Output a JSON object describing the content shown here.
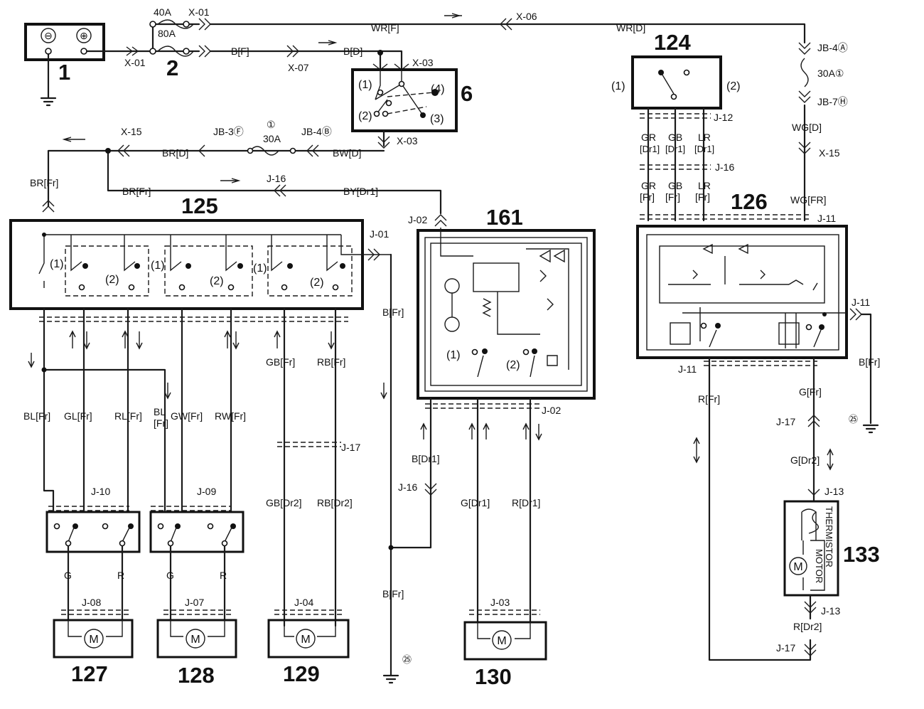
{
  "components": {
    "c1": "1",
    "c2": "2",
    "c6": "6",
    "c124": "124",
    "c125": "125",
    "c126": "126",
    "c161": "161",
    "c127": "127",
    "c128": "128",
    "c129": "129",
    "c130": "130",
    "c133": "133"
  },
  "battery": {
    "minus": "⊖",
    "plus": "⊕"
  },
  "fuses": {
    "f40": "40A",
    "f80": "80A",
    "f30a": "30A",
    "f30a_mark": "①",
    "f30b": "30A①"
  },
  "connectors": {
    "x01a": "X-01",
    "x01b": "X-01",
    "x07": "X-07",
    "x06": "X-06",
    "x03a": "X-03",
    "x03b": "X-03",
    "x15a": "X-15",
    "x15b": "X-15",
    "jb3": "JB-3Ⓕ",
    "jb4b": "JB-4Ⓑ",
    "jb4a": "JB-4Ⓐ",
    "jb7": "JB-7Ⓗ",
    "j16a": "J-16",
    "j16b": "J-16",
    "j16c": "J-16",
    "j12": "J-12",
    "j01": "J-01",
    "j02a": "J-02",
    "j02b": "J-02",
    "j11a": "J-11",
    "j11b": "J-11",
    "j11c": "J-11",
    "j17a": "J-17",
    "j17b": "J-17",
    "j17c": "J-17",
    "j10": "J-10",
    "j09": "J-09",
    "j08": "J-08",
    "j07": "J-07",
    "j04": "J-04",
    "j03": "J-03",
    "j13a": "J-13",
    "j13b": "J-13"
  },
  "wires": {
    "wr_f": "WR[F]",
    "wr_d": "WR[D]",
    "b_f": "B[F]",
    "b_d": "B[D]",
    "br_d": "BR[D]",
    "bw_d": "BW[D]",
    "br_fr_left": "BR[Fr]",
    "br_fr": "BR[Fr]",
    "by_dr1": "BY[Dr1]",
    "wg_d": "WG[D]",
    "wg_fr": "WG[FR]",
    "gr_dr1": [
      "GR",
      "[Dr1]"
    ],
    "gb_dr1": [
      "GB",
      "[Dr1]"
    ],
    "lr_dr1": [
      "LR",
      "[Dr1]"
    ],
    "gr_fr": [
      "GR",
      "[Fr]"
    ],
    "gb_fr": [
      "GB",
      "[Fr]"
    ],
    "lr_fr": [
      "LR",
      "[Fr]"
    ],
    "bl_fr": "BL[Fr]",
    "gl_fr": "GL[Fr]",
    "rl_fr": "RL[Fr]",
    "bl_fr2": [
      "BL",
      "[Fr]"
    ],
    "gw_fr": "GW[Fr]",
    "rw_fr": "RW[Fr]",
    "gb_fr2": "GB[Fr]",
    "rb_fr2": "RB[Fr]",
    "gb_dr2": "GB[Dr2]",
    "rb_dr2": "RB[Dr2]",
    "b_fr1": "B[Fr]",
    "b_fr2": "B[Fr]",
    "b_fr3": "B[Fr]",
    "b_dr1": "B[Dr1]",
    "g_dr1": "G[Dr1]",
    "r_dr1": "R[Dr1]",
    "r_fr": "R[Fr]",
    "g_fr": "G[Fr]",
    "g_dr2": "G[Dr2]",
    "r_dr2": "R[Dr2]",
    "g127": "G",
    "r127": "R",
    "g128": "G",
    "r128": "R"
  },
  "pins": {
    "p1": "(1)",
    "p2": "(2)",
    "p3": "(3)",
    "p4": "(4)",
    "p124_1": "(1)",
    "p124_2": "(2)",
    "s1a": "(1)",
    "s2a": "(2)",
    "s1b": "(1)",
    "s2b": "(2)",
    "s1c": "(1)",
    "s2c": "(2)",
    "p161_1": "(1)",
    "p161_2": "(2)"
  },
  "ground": {
    "g25a": "㉕",
    "g25b": "㉕"
  },
  "motor": "M",
  "thermistor": "THERMISTOR",
  "motor133": "MOTOR"
}
